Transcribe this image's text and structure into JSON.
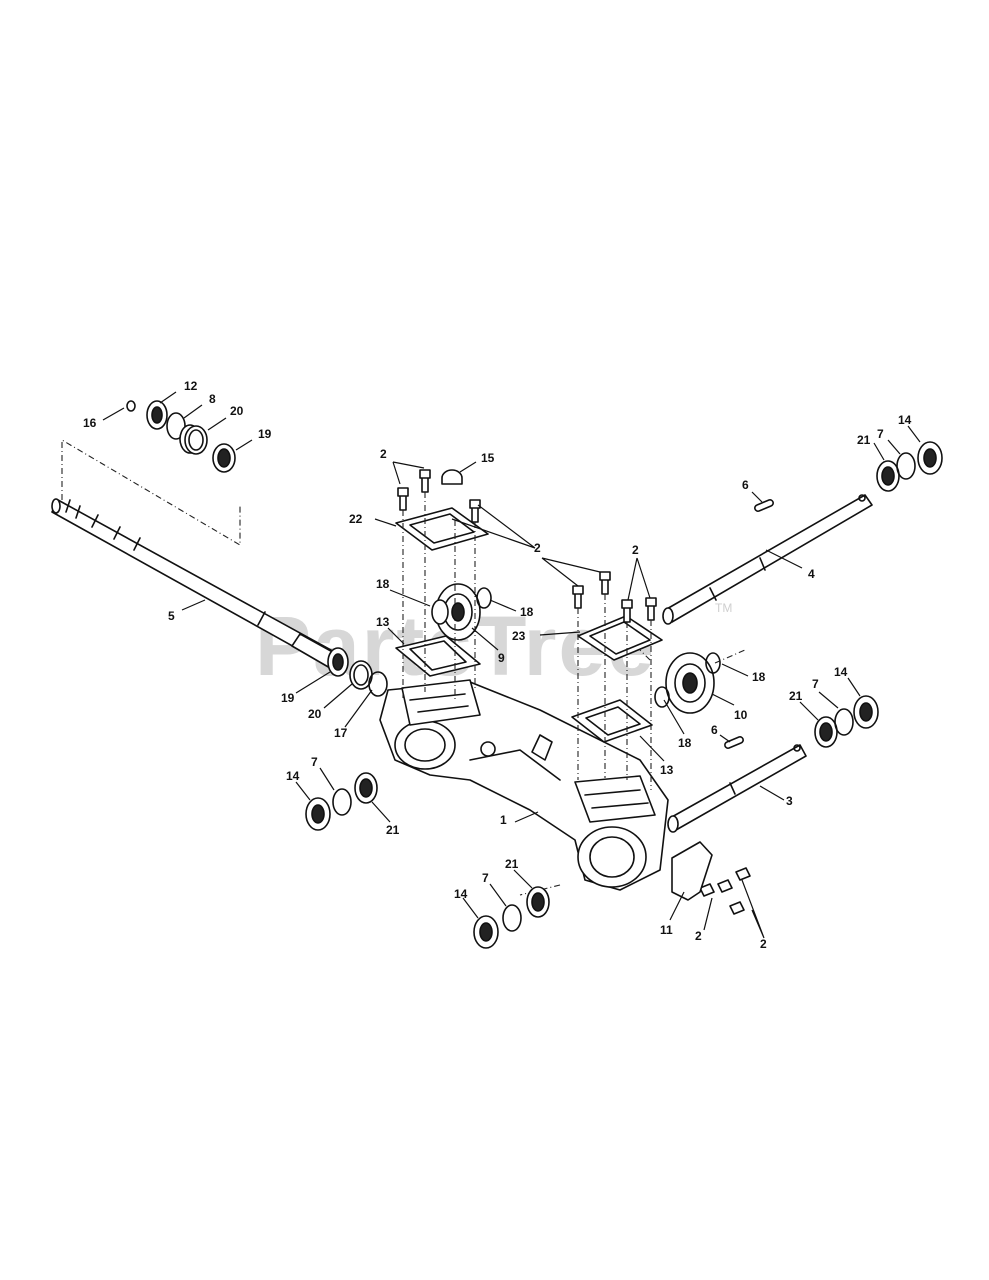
{
  "watermark": {
    "brand": "PartsTree",
    "trademark": "TM"
  },
  "callouts": {
    "c16": "16",
    "c12": "12",
    "c8": "8",
    "c20a": "20",
    "c19a": "19",
    "c2a": "2",
    "c15": "15",
    "c22": "22",
    "c2b": "2",
    "c2c": "2",
    "c6a": "6",
    "c21a": "21",
    "c7a": "7",
    "c14a": "14",
    "c4": "4",
    "c18a": "18",
    "c18b": "18",
    "c13a": "13",
    "c9": "9",
    "c23": "23",
    "c5": "5",
    "c19b": "19",
    "c20b": "20",
    "c17": "17",
    "c18c": "18",
    "c10": "10",
    "c18d": "18",
    "c6b": "6",
    "c13b": "13",
    "c21b": "21",
    "c7b": "7",
    "c14b": "14",
    "c3": "3",
    "c14c": "14",
    "c7c": "7",
    "c21c": "21",
    "c1": "1",
    "c21d": "21",
    "c7d": "7",
    "c14d": "14",
    "c11": "11",
    "c2d": "2",
    "c2e": "2"
  }
}
